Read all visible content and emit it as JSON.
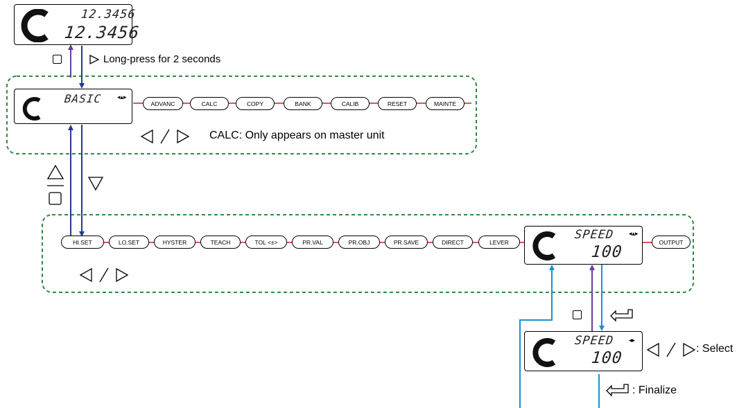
{
  "colors": {
    "wire_down": "#1f3c8c",
    "wire_up": "#6a3b9a",
    "wire_cyan": "#1a8fd0",
    "group_border": "#2e8b3e"
  },
  "displays": {
    "top": {
      "line1": "12.3456",
      "line2": "12.3456"
    },
    "basic": {
      "text": "BASIC"
    },
    "speed": {
      "line1": "SPEED",
      "line2": "100"
    },
    "speed_edit": {
      "line1": "SPEED",
      "line2": "100"
    }
  },
  "labels": {
    "long_press": "Long-press for 2 seconds",
    "calc_note": "CALC: Only appears on master unit",
    "select": ": Select",
    "finalize": ": Finalize"
  },
  "basic_menu": [
    "ADVANC",
    "CALC",
    "COPY",
    "BANK",
    "CALIB",
    "RESET",
    "MAINTE"
  ],
  "basic_settings": [
    "HI.SET",
    "LO.SET",
    "HYSTER",
    "TEACH",
    "TOL <±>",
    "PR.VAL",
    "PR.OBJ",
    "PR.SAVE",
    "DIRECT",
    "LEVER"
  ],
  "after_speed": "OUTPUT",
  "icons": [
    "square-key",
    "right-triangle-key",
    "left-triangle-key",
    "up-triangle-key",
    "down-triangle-key",
    "enter-key",
    "slash",
    "arc-bargraph"
  ]
}
